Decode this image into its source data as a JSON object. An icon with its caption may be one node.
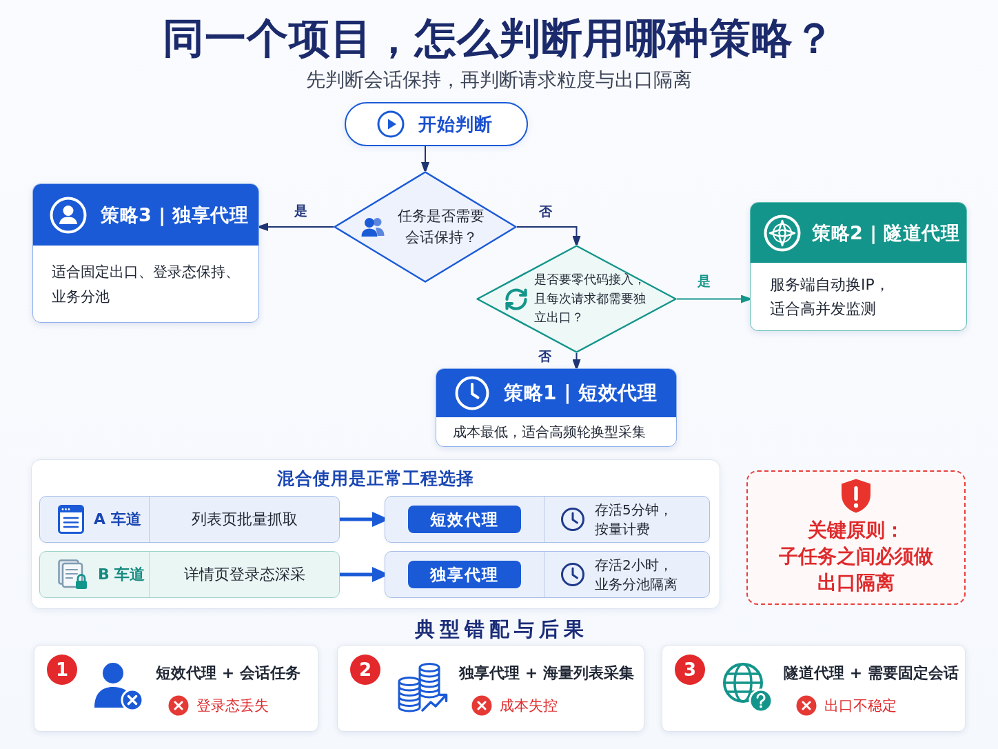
{
  "diagram": {
    "title": "同一个项目，怎么判断用哪种策略？",
    "nodes": [
      {
        "text": [
          "开始判断"
        ]
      },
      {
        "text": [
          "任务是否需要会话保持？"
        ]
      },
      {
        "text": [
          "策略3 | 独享代理",
          "适合固定出口、登录态保持、业务分池"
        ]
      },
      {
        "text": [
          "是否要零代码接入，且每次请求都需要独立出口？"
        ]
      },
      {
        "text": [
          "策略2 | 隧道代理",
          "服务端自动换IP，适合高并发监测"
        ]
      },
      {
        "text": [
          "策略1 | 短效代理",
          "成本最低，适合高频轮换型采集"
        ]
      },
      {
        "text": [
          "混合使用是正常工程选择"
        ]
      },
      {
        "text": [
          "A 车道",
          "列表页批量抓取"
        ],
        "in": 6
      },
      {
        "text": [
          "短效代理",
          "存活5分钟，按量计费"
        ],
        "in": 6
      },
      {
        "text": [
          "B 车道",
          "详情页登录态深采"
        ],
        "in": 6
      },
      {
        "text": [
          "独享代理",
          "存活2小时，业务分池隔离"
        ],
        "in": 6
      },
      {
        "text": [
          "关键原则：",
          "子任务之间必须做出口隔离"
        ]
      },
      {
        "text": [
          "1",
          "短效代理 + 会话任务",
          "登录态丢失"
        ]
      },
      {
        "text": [
          "2",
          "独享代理 + 海量列表采集",
          "成本失控"
        ]
      },
      {
        "text": [
          "3",
          "隧道代理 + 需要固定会话",
          "出口不稳定"
        ]
      }
    ],
    "edges": [
      {
        "from": 0,
        "to": 1,
        "arrow": "to"
      },
      {
        "from": 1,
        "to": 2,
        "arrow": "to",
        "label": "是"
      },
      {
        "from": 1,
        "to": 3,
        "arrow": "to",
        "label": "否"
      },
      {
        "from": 3,
        "to": 4,
        "arrow": "to",
        "label": "是",
        "color": "#14958b"
      },
      {
        "from": 3,
        "to": 5,
        "arrow": "to",
        "label": "否"
      },
      {
        "from": 7,
        "to": 8,
        "arrow": "to",
        "style": "thick",
        "color": "#1a5ad7"
      },
      {
        "from": 9,
        "to": 10,
        "arrow": "to",
        "style": "thick",
        "color": "#1a5ad7"
      }
    ],
    "labels": [
      "先判断会话保持，再判断请求粒度与出口隔离",
      "典型错配与后果"
    ]
  }
}
